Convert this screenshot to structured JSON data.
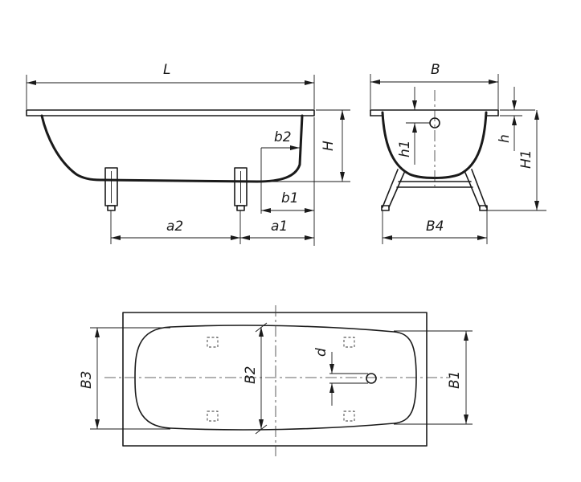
{
  "labels": {
    "L": "L",
    "B": "B",
    "H": "H",
    "H1": "H1",
    "h": "h",
    "h1": "h1",
    "b1": "b1",
    "b2": "b2",
    "a1": "a1",
    "a2": "a2",
    "B4": "B4",
    "B1": "B1",
    "B2": "B2",
    "B3": "B3",
    "d": "d"
  },
  "colors": {
    "line": "#1a1a1a",
    "background": "#ffffff"
  }
}
